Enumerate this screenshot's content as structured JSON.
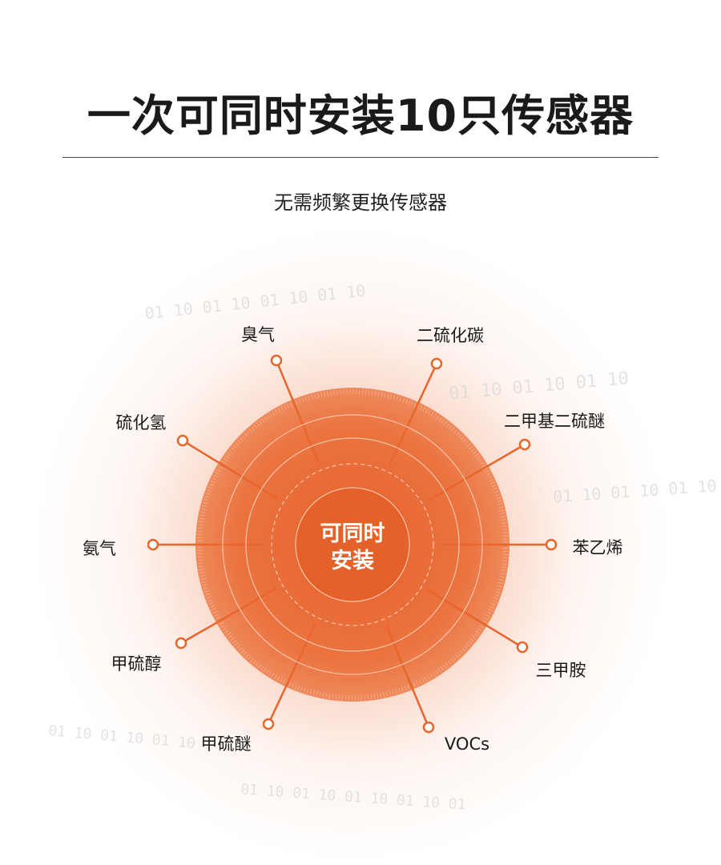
{
  "header": {
    "title": "一次可同时安装10只传感器",
    "subtitle": "无需频繁更换传感器"
  },
  "center": {
    "line1": "可同时",
    "line2": "安装"
  },
  "sensors": [
    "臭气",
    "二硫化碳",
    "二甲基二硫醚",
    "苯乙烯",
    "三甲胺",
    "VOCs",
    "甲硫醚",
    "甲硫醇",
    "氨气",
    "硫化氢"
  ],
  "background_binary": [
    "01 10 01 10 01 10 01 10",
    "01 10 01 10 01 10",
    "01 10 01 10 01 10 01",
    "01 10 01 10 01 10 01 10 01",
    "01 10 01 10 01 10"
  ],
  "colors": {
    "accent": "#e8652c",
    "disc": "#ec7a45",
    "line": "#e8652c"
  }
}
